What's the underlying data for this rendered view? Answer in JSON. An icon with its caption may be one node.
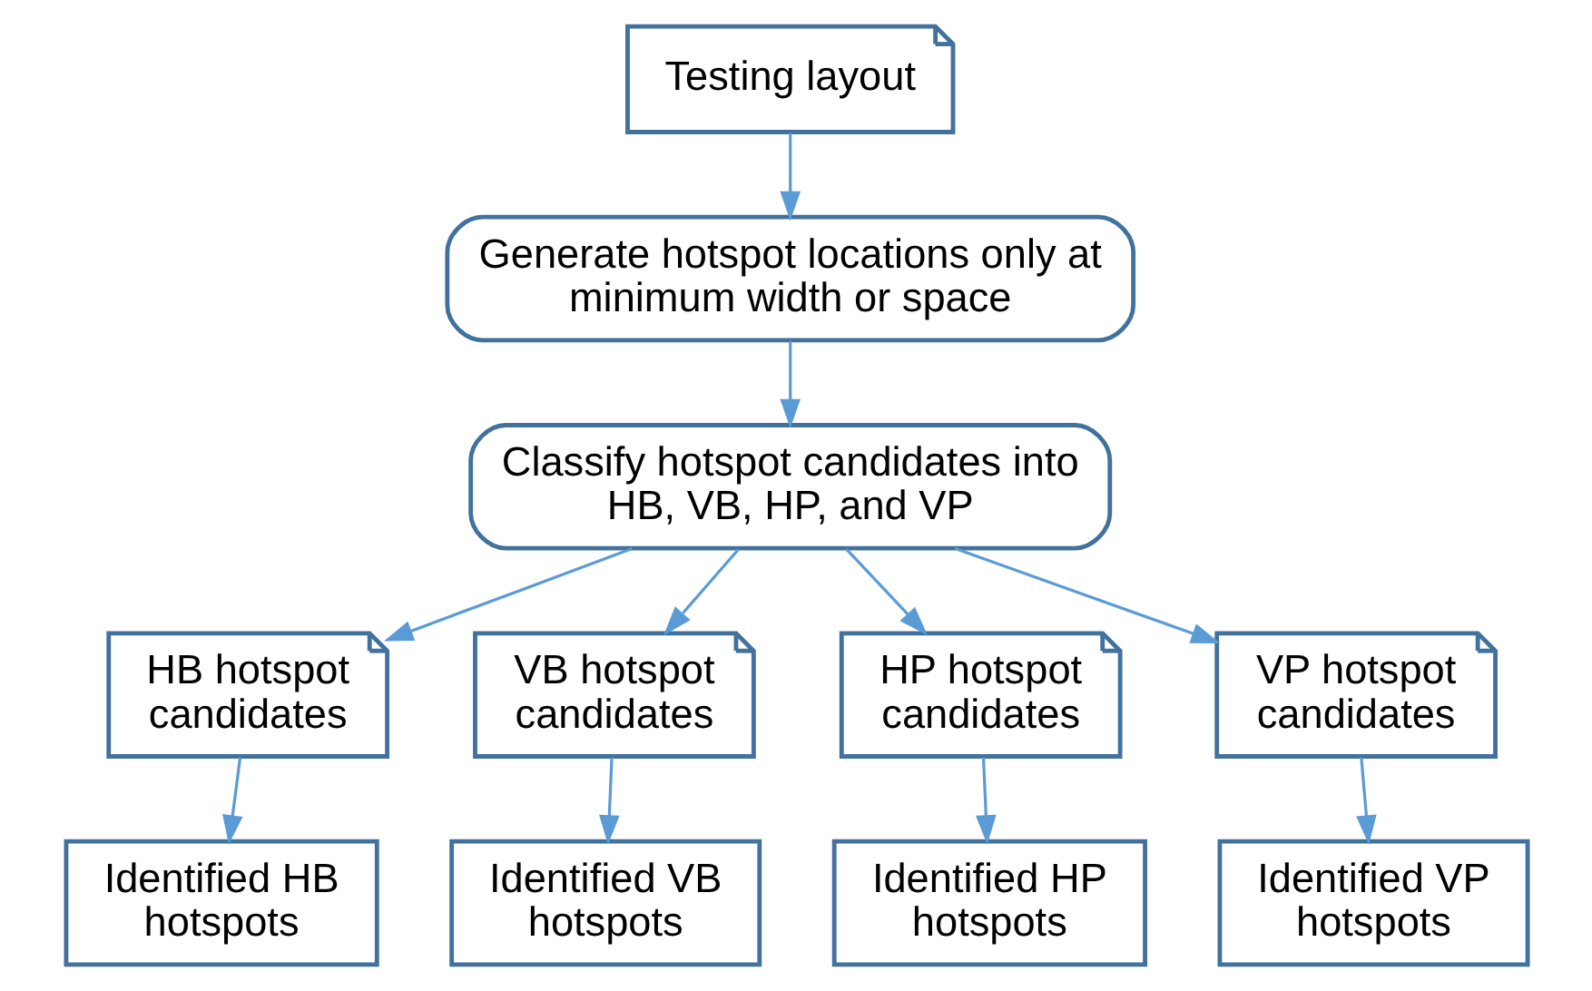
{
  "diagram": {
    "nodes": [
      {
        "text": [
          "Testing layout"
        ]
      },
      {
        "text": [
          "Generate hotspot locations only at minimum width or space"
        ]
      },
      {
        "text": [
          "Classify hotspot candidates into HB, VB, HP, and VP"
        ]
      },
      {
        "text": [
          "HB hotspot candidates"
        ]
      },
      {
        "text": [
          "VB hotspot candidates"
        ]
      },
      {
        "text": [
          "HP hotspot candidates"
        ]
      },
      {
        "text": [
          "VP hotspot candidates"
        ]
      },
      {
        "text": [
          "Identified HB hotspots"
        ]
      },
      {
        "text": [
          "Identified VB hotspots"
        ]
      },
      {
        "text": [
          "Identified HP hotspots"
        ]
      },
      {
        "text": [
          "Identified VP hotspots"
        ]
      }
    ],
    "edges": [
      {
        "from": 0,
        "to": 1,
        "arrow": "to"
      },
      {
        "from": 1,
        "to": 2,
        "arrow": "to"
      },
      {
        "from": 2,
        "to": 3,
        "arrow": "to"
      },
      {
        "from": 2,
        "to": 4,
        "arrow": "to"
      },
      {
        "from": 2,
        "to": 5,
        "arrow": "to"
      },
      {
        "from": 2,
        "to": 6,
        "arrow": "to"
      },
      {
        "from": 3,
        "to": 7,
        "arrow": "to"
      },
      {
        "from": 4,
        "to": 8,
        "arrow": "to"
      },
      {
        "from": 5,
        "to": 9,
        "arrow": "to"
      },
      {
        "from": 6,
        "to": 10,
        "arrow": "to"
      }
    ]
  }
}
